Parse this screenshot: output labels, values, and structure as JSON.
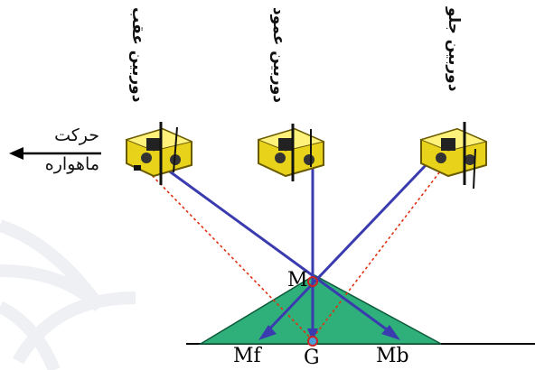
{
  "cameras": {
    "back": "دوربین عقب",
    "nadir": "دوربین عمود",
    "front": "دوربین جلو"
  },
  "motion": {
    "line1": "حرکت",
    "line2": "ماهواره"
  },
  "points": {
    "M": "M",
    "Mf": "Mf",
    "G": "G",
    "Mb": "Mb"
  },
  "colors": {
    "ray": "#3b3bb0",
    "dashed": "#e03010",
    "terrain": "#2fb07a",
    "satellite": "#e8d21a",
    "point": "#cc2222"
  }
}
